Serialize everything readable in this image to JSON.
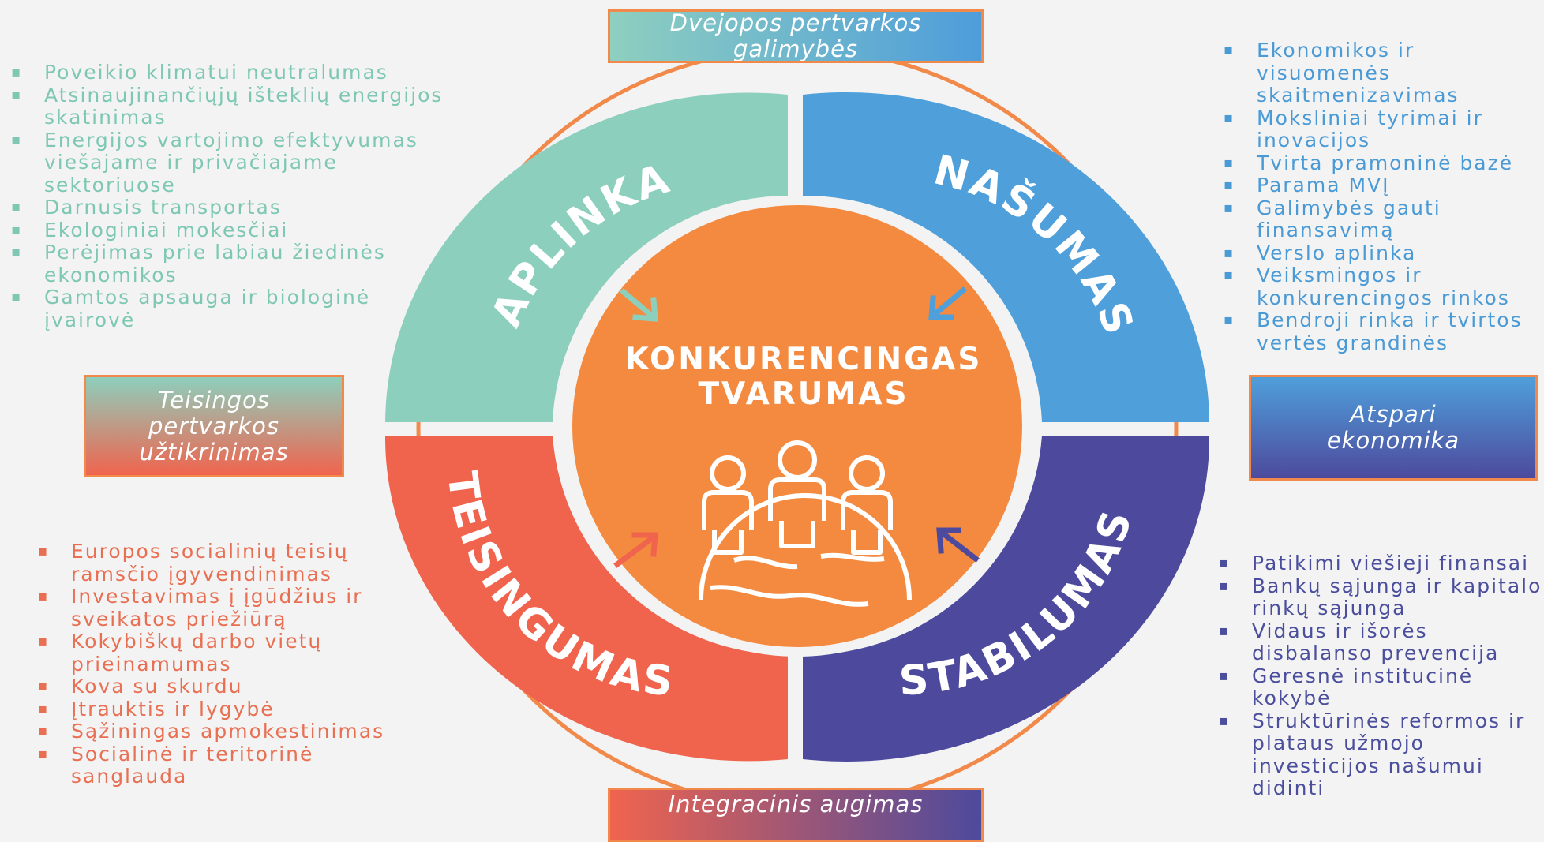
{
  "center": {
    "line1": "KONKURENCINGAS",
    "line2": "TVARUMAS"
  },
  "segments": {
    "aplinka": "APLINKA",
    "nasumas": "NAŠUMAS",
    "teisingumas": "TEISINGUMAS",
    "stabilumas": "STABILUMAS"
  },
  "boxes": {
    "top": "Dvejopos pertvarkos galimybės",
    "left": [
      "Teisingos",
      "pertvarkos",
      "užtikrinimas"
    ],
    "right": [
      "Atspari",
      "ekonomika"
    ],
    "bottom": "Integracinis augimas"
  },
  "lists": {
    "aplinka": [
      "Poveikio klimatui neutralumas",
      "Atsinaujinančiųjų išteklių energijos skatinimas",
      "Energijos vartojimo efektyvumas viešajame ir privačiajame sektoriuose",
      "Darnusis transportas",
      "Ekologiniai mokesčiai",
      "Perėjimas prie labiau žiedinės ekonomikos",
      "Gamtos apsauga ir biologinė įvairovė"
    ],
    "nasumas": [
      "Ekonomikos ir visuomenės skaitmenizavimas",
      "Moksliniai tyrimai ir inovacijos",
      "Tvirta pramoninė bazė",
      "Parama MVĮ",
      "Galimybės gauti finansavimą",
      "Verslo aplinka",
      "Veiksmingos ir konkurencingos rinkos",
      "Bendroji rinka ir tvirtos vertės grandinės"
    ],
    "teisingumas": [
      "Europos socialinių teisių ramsčio įgyvendinimas",
      "Investavimas į įgūdžius ir sveikatos priežiūrą",
      "Kokybiškų darbo vietų prieinamumas",
      "Kova su skurdu",
      "Įtrauktis ir lygybė",
      "Sąžiningas apmokestinimas",
      "Socialinė ir teritorinė sanglauda"
    ],
    "stabilumas": [
      "Patikimi viešieji finansai",
      "Bankų sąjunga ir kapitalo rinkų sąjunga",
      "Vidaus ir išorės disbalanso prevencija",
      "Geresnė institucinė kokybė",
      "Struktūrinės reformos ir plataus užmojo investicijos našumui didinti"
    ]
  },
  "colors": {
    "aplinka": "#8dcfbd",
    "nasumas": "#4f9fdb",
    "teisingumas": "#f0644e",
    "stabilumas": "#4d4a9d",
    "center": "#f48a3f",
    "ring": "#f1894a"
  },
  "icons": [
    "people-globe-icon",
    "arrow-icon"
  ]
}
